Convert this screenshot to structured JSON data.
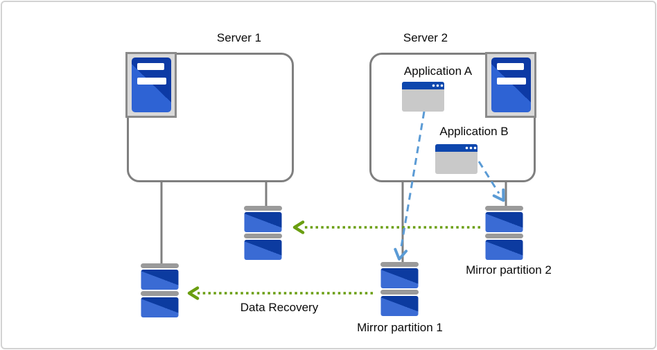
{
  "diagram": {
    "nodes": {
      "server1": {
        "label": "Server 1",
        "icon": "server-tower-icon"
      },
      "server2": {
        "label": "Server 2",
        "icon": "server-tower-icon"
      },
      "application_a": {
        "label": "Application A",
        "icon": "app-window-icon"
      },
      "application_b": {
        "label": "Application B",
        "icon": "app-window-icon"
      },
      "mirror_partition_1": {
        "label": "Mirror partition 1",
        "icon": "disk-partition-icon"
      },
      "mirror_partition_2": {
        "label": "Mirror partition 2",
        "icon": "disk-partition-icon"
      },
      "server1_partitions": {
        "count": 2,
        "label": "",
        "icon": "disk-partition-icon"
      }
    },
    "annotations": {
      "data_recovery": {
        "label": "Data Recovery"
      }
    },
    "edges": [
      {
        "from": "application_a",
        "to": "mirror_partition_1",
        "style": "dashed",
        "color": "#5b9bd5"
      },
      {
        "from": "application_b",
        "to": "mirror_partition_2",
        "style": "dashed",
        "color": "#5b9bd5"
      },
      {
        "from": "mirror_partition_2",
        "to": "server1_partition_upper",
        "style": "dotted",
        "color": "#6a9e10"
      },
      {
        "from": "mirror_partition_1",
        "to": "server1_partition_lower",
        "style": "dotted",
        "color": "#6a9e10",
        "label": "Data Recovery"
      }
    ],
    "colors": {
      "box_border_gray": "#7f7f7f",
      "frame_border_gray": "#d2d2d2",
      "icon_container_fill": "#d9d9d9",
      "icon_container_border": "#8a8a8a",
      "tower_blue_light": "#2e63d4",
      "tower_blue_dark": "#0d3aa5",
      "disk_blue_light": "#3a6bd4",
      "disk_blue_dark": "#0c3ba0",
      "disk_cap_gray": "#9a9a9a",
      "app_titlebar_blue": "#0e47ad",
      "app_body_gray": "#c9c9c9",
      "recovery_arrow_green": "#6a9e10",
      "mirror_arrow_blue": "#5b9bd5",
      "text_color": "#0a0a0a"
    }
  }
}
